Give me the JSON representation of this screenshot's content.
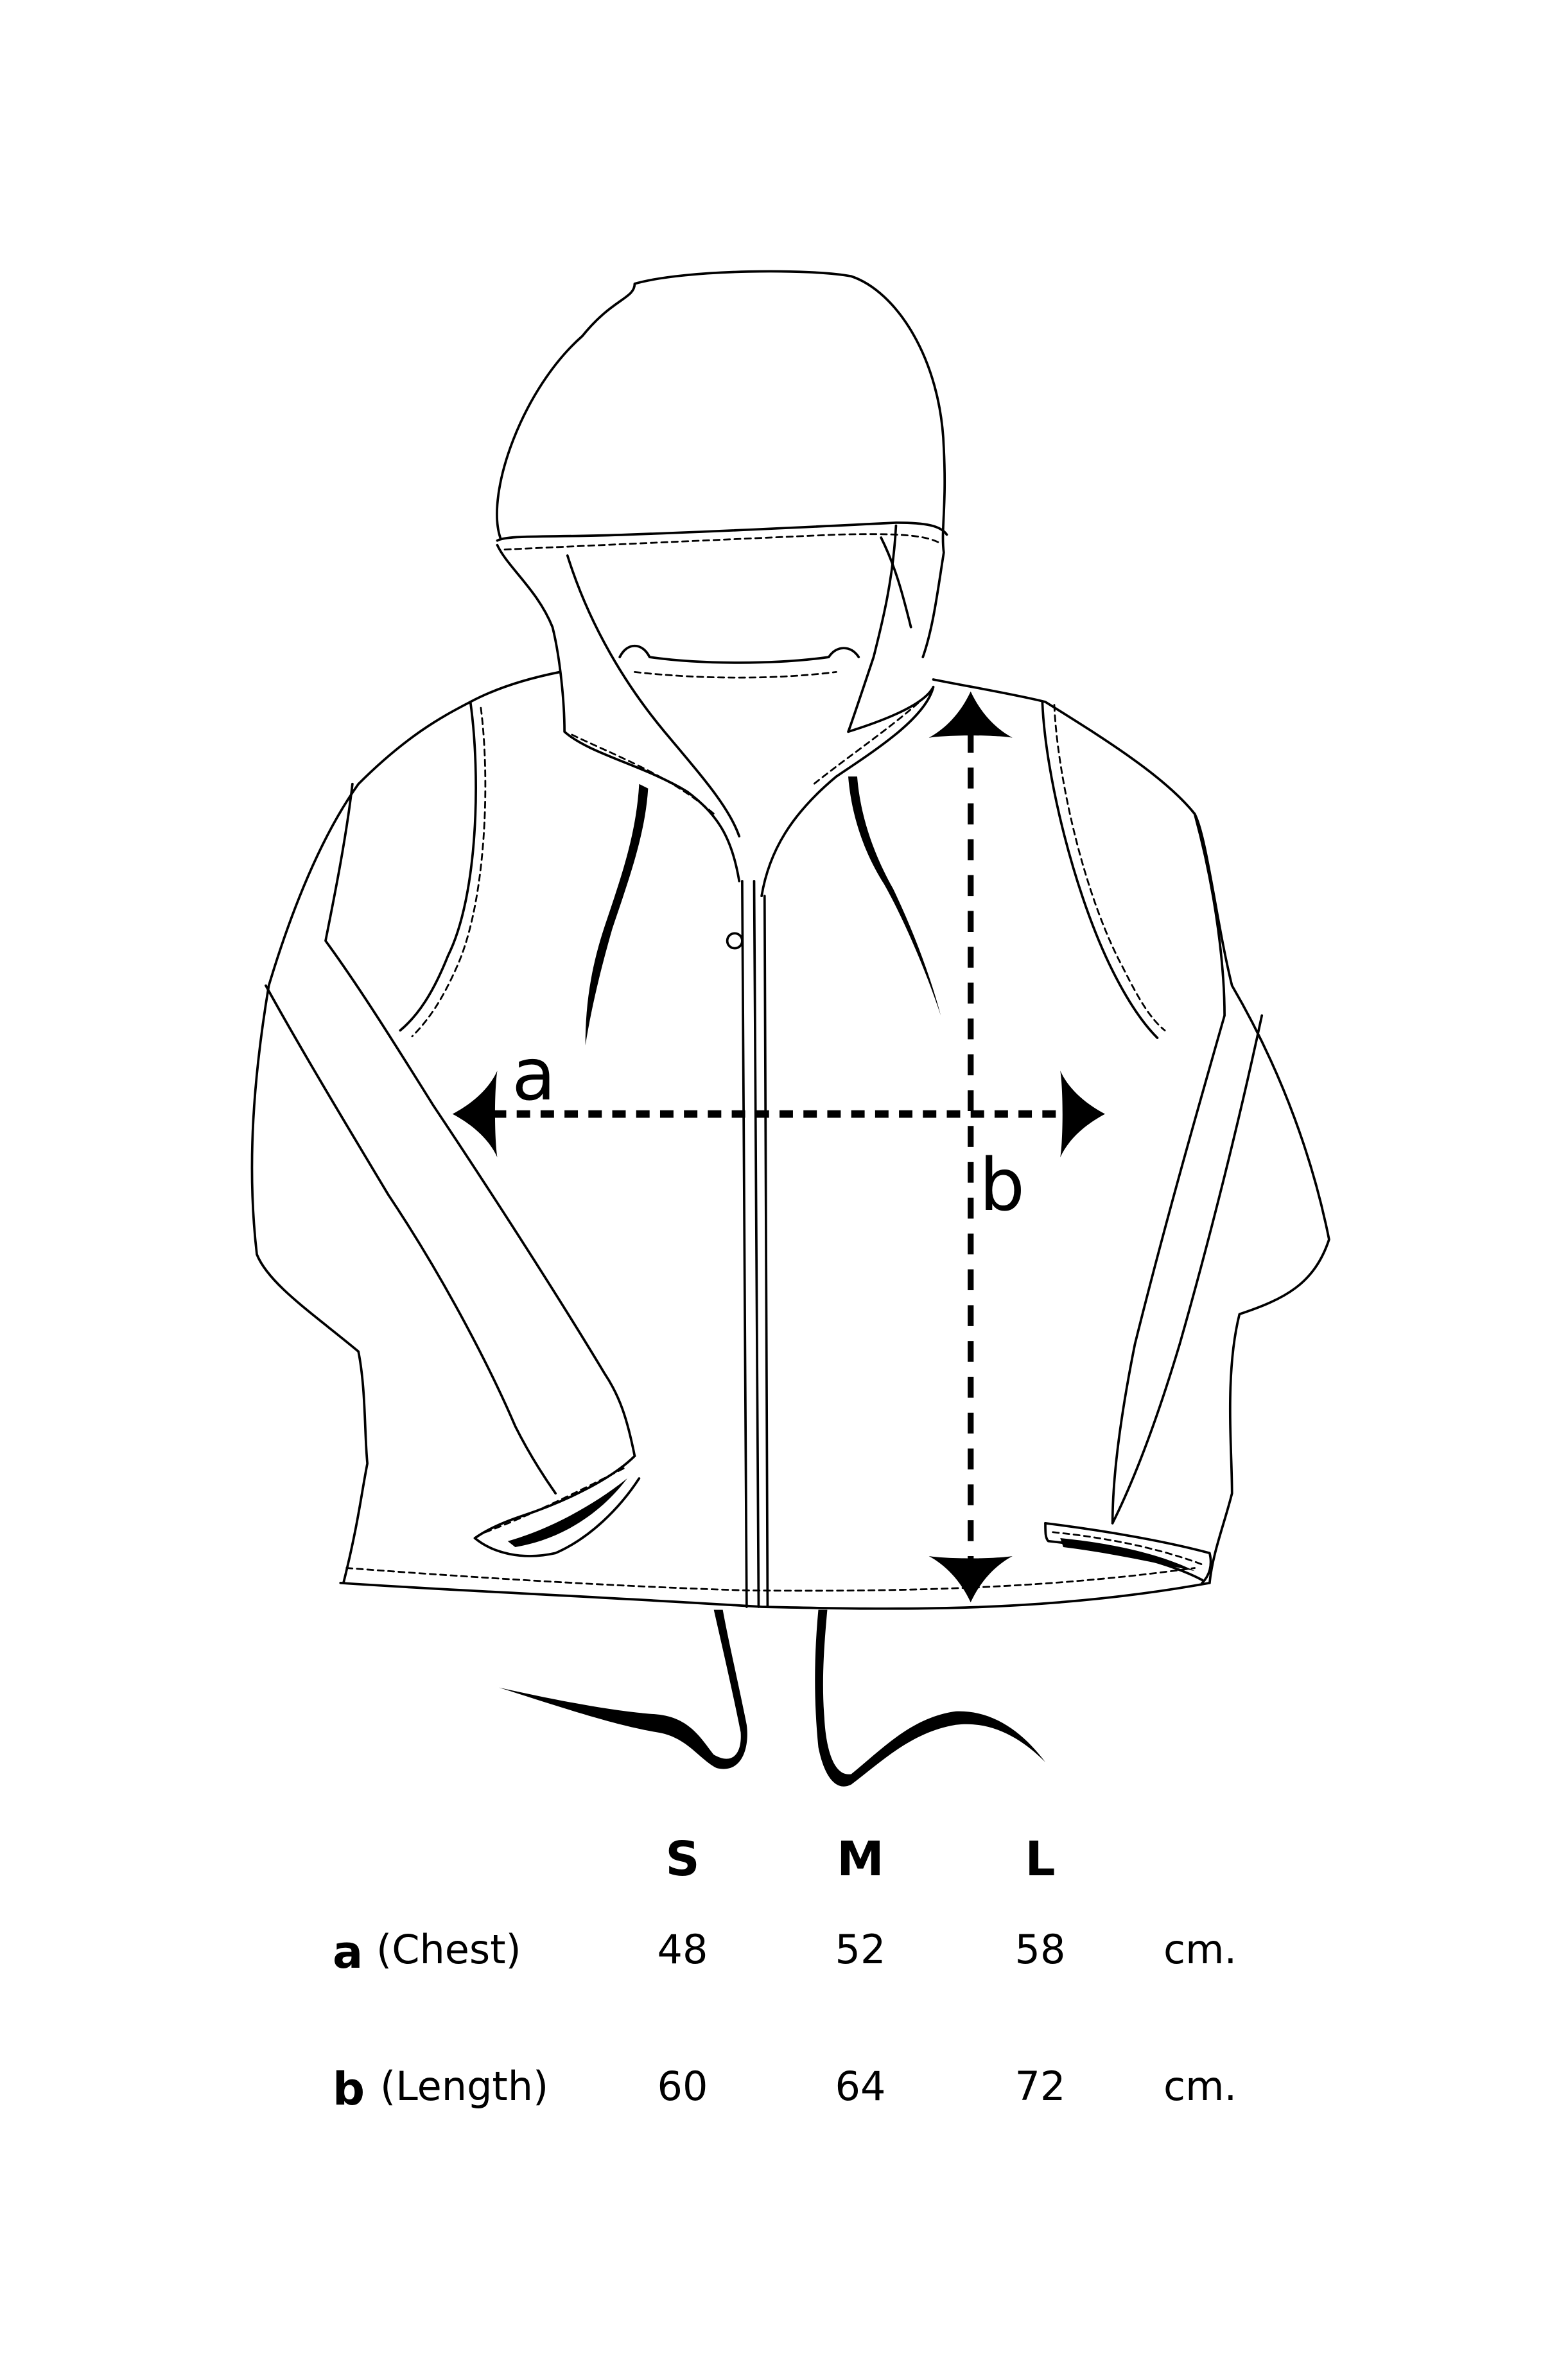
{
  "figure": {
    "subject": "Hooded zip jacket size chart",
    "measurement_labels": {
      "a": "a",
      "b": "b"
    },
    "colors": {
      "line": "#000000",
      "background": "#ffffff"
    }
  },
  "size_table": {
    "headers": [
      "S",
      "M",
      "L"
    ],
    "rows": [
      {
        "key": "a",
        "name": "(Chest)",
        "values": [
          "48",
          "52",
          "58"
        ],
        "unit": "cm."
      },
      {
        "key": "b",
        "name": "(Length)",
        "values": [
          "60",
          "64",
          "72"
        ],
        "unit": "cm."
      }
    ]
  }
}
